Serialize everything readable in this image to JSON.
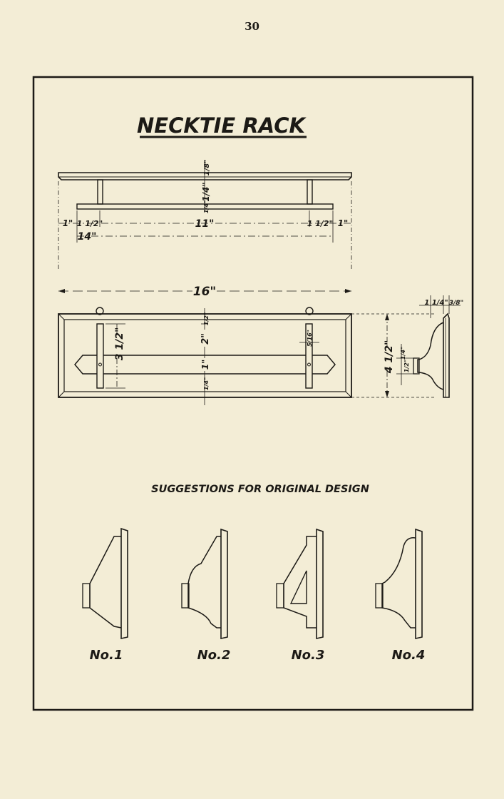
{
  "page": {
    "number": "30"
  },
  "drawing": {
    "title": "NECKTIE RACK",
    "top_view": {
      "dims": {
        "bracket_thickness": "1/8\"",
        "bracket_gap": "1/4\"",
        "bracket_depth": "1/4\"",
        "left_margin": "1\"",
        "left_inset": "1 1/2\"",
        "center_span": "11\"",
        "right_inset": "1 1/2\"",
        "right_margin": "1\"",
        "bar_length": "14\""
      }
    },
    "front_view": {
      "dims": {
        "overall_length": "16\"",
        "top_margin": "1/2\"",
        "bracket_height": "3 1/2\"",
        "upper_gap": "2\"",
        "bar_gap": "1\"",
        "bottom_margin": "1/4\"",
        "bracket_width": "5/16\""
      }
    },
    "side_view": {
      "dims": {
        "back_offset": "1 1/4\"",
        "board_thickness": "3/8\"",
        "height": "4 1/2\"",
        "bracket_a": "1/4\"",
        "bracket_b": "1/2\""
      }
    },
    "suggestions": {
      "heading": "SUGGESTIONS FOR ORIGINAL DESIGN",
      "items": [
        {
          "label": "No.1"
        },
        {
          "label": "No.2"
        },
        {
          "label": "No.3"
        },
        {
          "label": "No.4"
        }
      ]
    }
  }
}
